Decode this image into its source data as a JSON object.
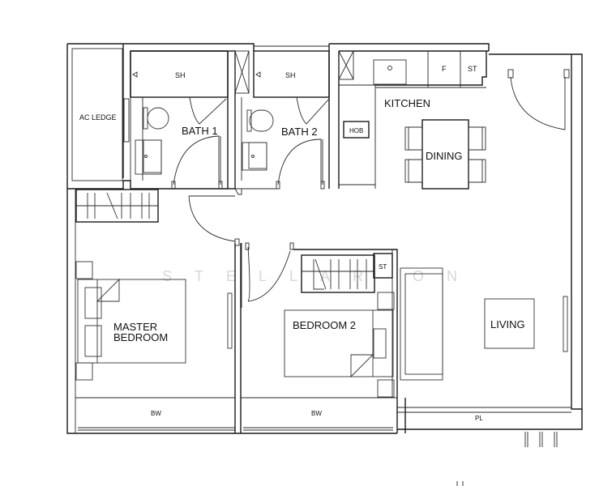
{
  "plan": {
    "rooms": [
      {
        "id": "ac-ledge",
        "label": "AC LEDGE"
      },
      {
        "id": "bath1-shower",
        "label": "SH"
      },
      {
        "id": "bath2-shower",
        "label": "SH"
      },
      {
        "id": "bath1",
        "label": "BATH 1"
      },
      {
        "id": "bath2",
        "label": "BATH 2"
      },
      {
        "id": "kitchen",
        "label": "KITCHEN"
      },
      {
        "id": "hob",
        "label": "HOB"
      },
      {
        "id": "fridge",
        "label": "F"
      },
      {
        "id": "kitchen-store",
        "label": "ST"
      },
      {
        "id": "dining",
        "label": "DINING"
      },
      {
        "id": "master-bedroom",
        "label_line1": "MASTER",
        "label_line2": "BEDROOM"
      },
      {
        "id": "bedroom2",
        "label": "BEDROOM 2"
      },
      {
        "id": "bedroom2-store",
        "label": "ST"
      },
      {
        "id": "living",
        "label": "LIVING"
      },
      {
        "id": "bay-window-1",
        "label": "BW"
      },
      {
        "id": "bay-window-2",
        "label": "BW"
      },
      {
        "id": "planter",
        "label": "PL"
      }
    ],
    "watermark": "STELLAR ON"
  }
}
